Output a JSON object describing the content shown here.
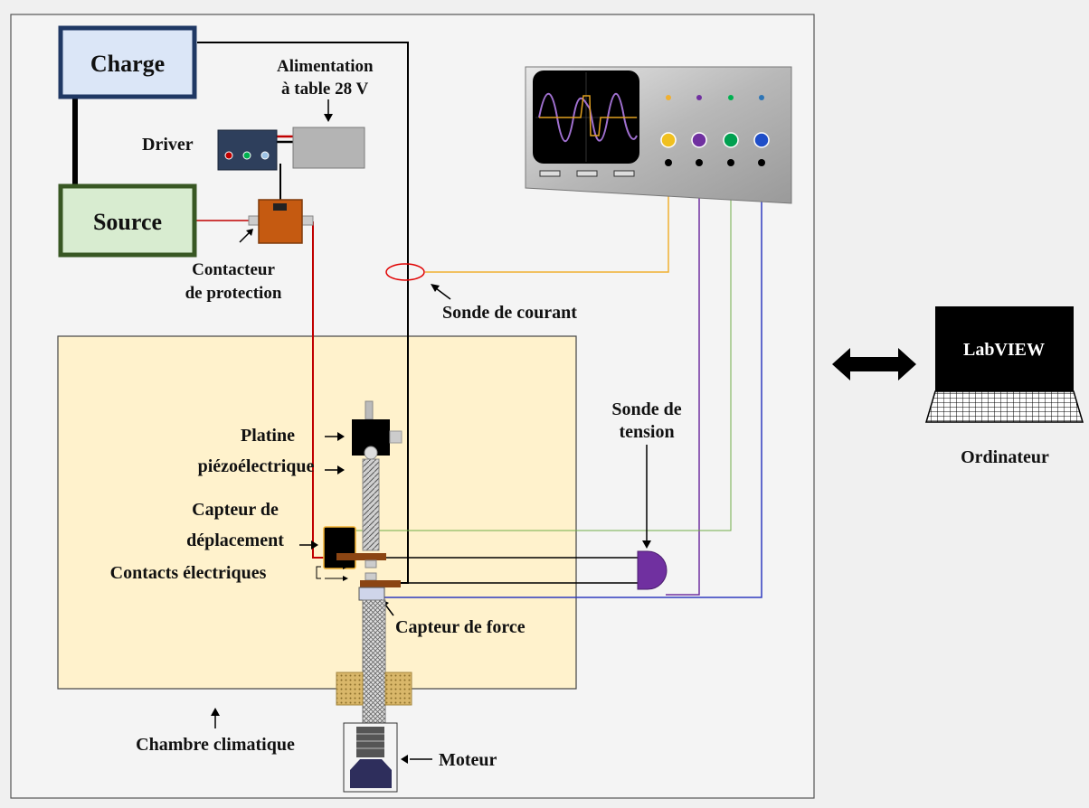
{
  "labels": {
    "charge": "Charge",
    "source": "Source",
    "driver": "Driver",
    "alimentation_line1": "Alimentation",
    "alimentation_line2": "à table 28 V",
    "contacteur_line1": "Contacteur",
    "contacteur_line2": "de protection",
    "sonde_courant": "Sonde de courant",
    "platine_line1": "Platine",
    "platine_line2": "piézoélectrique",
    "capteur_depl_line1": "Capteur de",
    "capteur_depl_line2": "déplacement",
    "contacts": "Contacts électriques",
    "sonde_tension_line1": "Sonde de",
    "sonde_tension_line2": "tension",
    "capteur_force": "Capteur de force",
    "chambre": "Chambre climatique",
    "moteur": "Moteur",
    "labview": "LabVIEW",
    "ordinateur": "Ordinateur"
  },
  "colors": {
    "charge_fill": "#dbe6f7",
    "charge_border": "#1f3864",
    "source_fill": "#d8ecd0",
    "source_border": "#385723",
    "chamber_fill": "#fff2cc",
    "contacteur": "#c55a11",
    "contact_bar": "#8b4513",
    "probe_current_wire": "#f0b030",
    "probe_purple": "#7030a0",
    "probe_green": "#70ad47",
    "probe_blue": "#2e3bbf",
    "power_red": "#c00000"
  }
}
